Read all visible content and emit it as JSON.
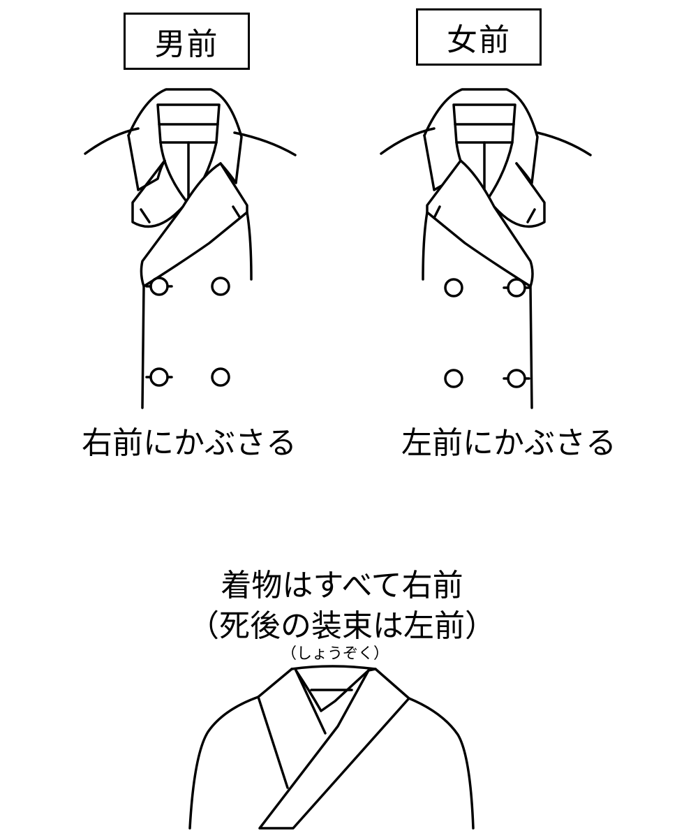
{
  "labels": {
    "men": "男前",
    "women": "女前"
  },
  "captions": {
    "men": "右前にかぶさる",
    "women": "左前にかぶさる"
  },
  "kimono": {
    "line1": "着物はすべて右前",
    "line2": "（死後の装束は左前）",
    "ruby": "（しょうぞく）"
  }
}
